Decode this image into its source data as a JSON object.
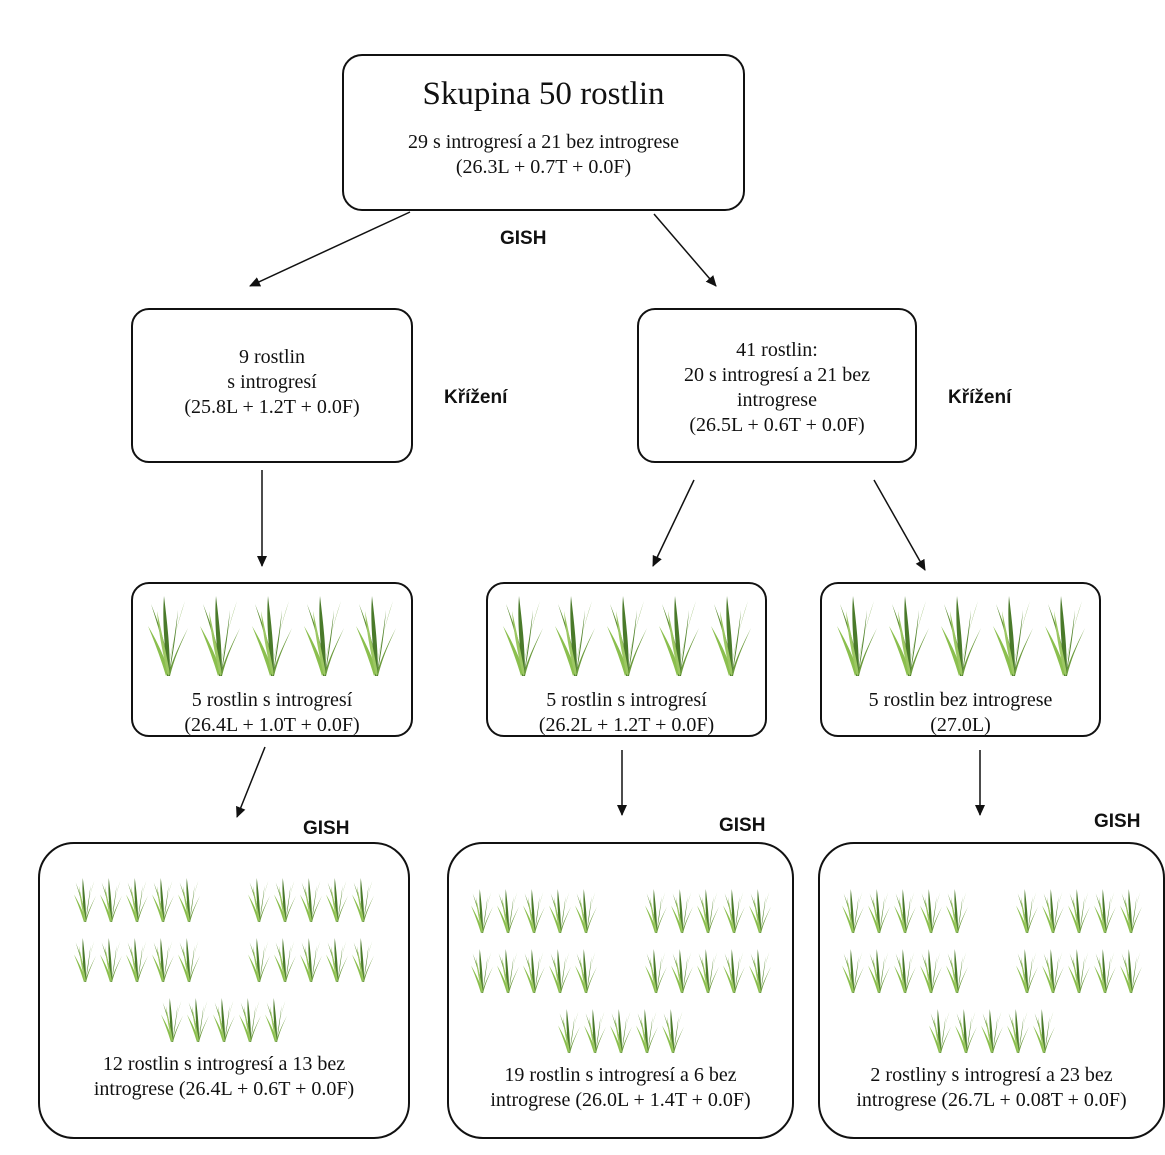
{
  "root": {
    "title": "Skupina 50 rostlin",
    "line1": "29 s introgresí a 21 bez introgrese",
    "line2": "(26.3L + 0.7T + 0.0F)"
  },
  "labels": {
    "gish_top": "GISH",
    "krizeni_left": "Křížení",
    "krizeni_right": "Křížení",
    "gish_1": "GISH",
    "gish_2": "GISH",
    "gish_3": "GISH"
  },
  "left_mid": {
    "line1": "9 rostlin",
    "line2": "s introgresí",
    "line3": "(25.8L + 1.2T + 0.0F)"
  },
  "right_mid": {
    "line1": "41 rostlin:",
    "line2": "20 s introgresí a 21 bez",
    "line3": "introgrese",
    "line4": "(26.5L + 0.6T + 0.0F)"
  },
  "row3": [
    {
      "line1": "5 rostlin s introgresí",
      "line2": "(26.4L + 1.0T + 0.0F)"
    },
    {
      "line1": "5 rostlin s introgresí",
      "line2": "(26.2L + 1.2T + 0.0F)"
    },
    {
      "line1": "5 rostlin bez introgrese",
      "line2": "(27.0L)"
    }
  ],
  "row4": [
    {
      "line1": "12 rostlin s introgresí a 13 bez",
      "line2": "introgrese (26.4L + 0.6T + 0.0F)"
    },
    {
      "line1": "19 rostlin s introgresí a 6 bez",
      "line2": "introgrese (26.0L + 1.4T + 0.0F)"
    },
    {
      "line1": "2 rostliny s introgresí a 23 bez",
      "line2": "introgrese (26.7L + 0.08T + 0.0F)"
    }
  ],
  "icons": {
    "plant": "grass-plant-icon"
  },
  "colors": {
    "plant_dark": "#4a7a2a",
    "plant_light": "#8bbf4e",
    "line": "#111111"
  }
}
